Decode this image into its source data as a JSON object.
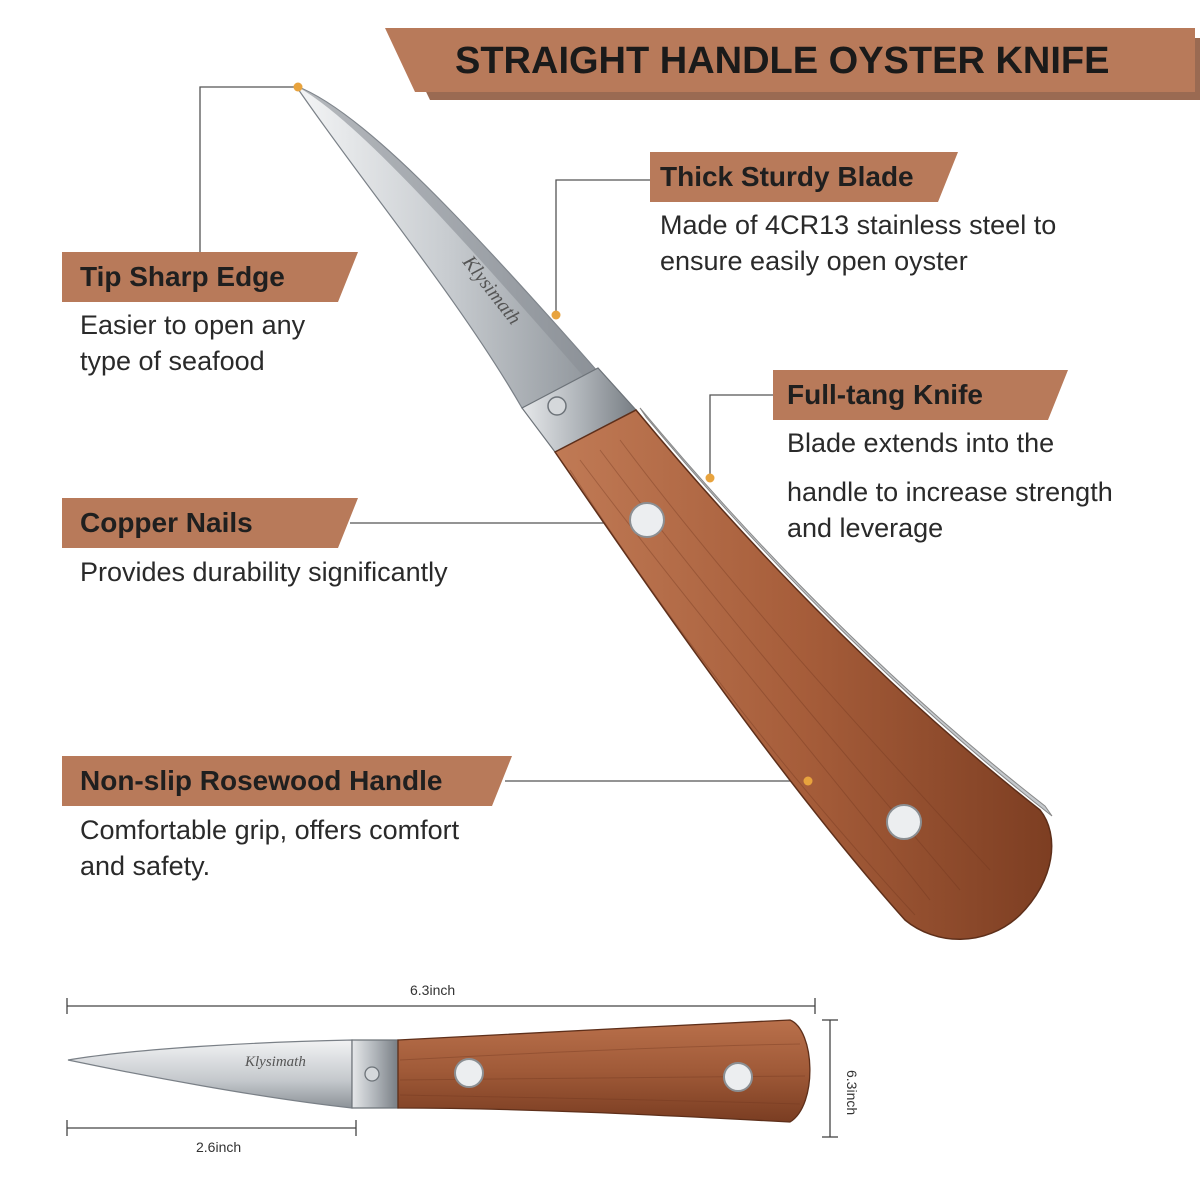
{
  "title": "STRAIGHT HANDLE OYSTER KNIFE",
  "brand": "Klysimath",
  "colors": {
    "banner": "#b87a5a",
    "banner_shadow": "#9a6a52",
    "accent_dot": "#e8a33d",
    "wood": "#a65d3a",
    "blade": "#c9cdd1"
  },
  "features": [
    {
      "label": "Tip Sharp Edge",
      "desc": [
        "Easier to open any",
        "type of seafood"
      ]
    },
    {
      "label": "Thick Sturdy Blade",
      "desc": [
        "Made of 4CR13 stainless steel to",
        "ensure easily open oyster"
      ]
    },
    {
      "label": "Full-tang Knife",
      "desc": [
        "Blade extends into the",
        "handle to increase strength",
        "and leverage"
      ]
    },
    {
      "label": "Copper Nails",
      "desc": [
        "Provides durability significantly"
      ]
    },
    {
      "label": "Non-slip Rosewood Handle",
      "desc": [
        "Comfortable grip, offers comfort",
        "and safety."
      ]
    }
  ],
  "dimensions": {
    "total_length": "6.3inch",
    "height": "6.3inch",
    "blade_length": "2.6inch"
  }
}
